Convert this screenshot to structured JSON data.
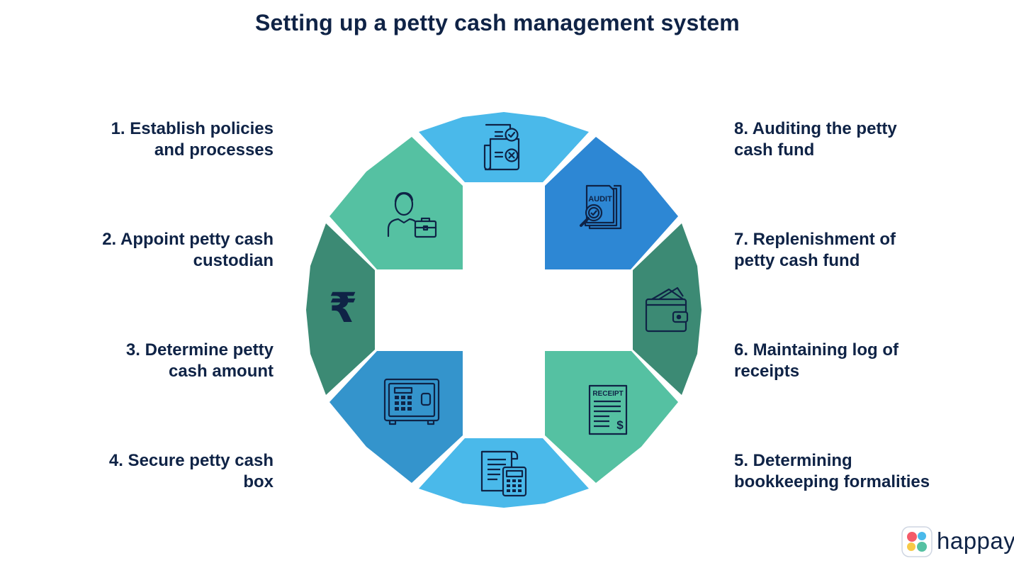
{
  "title": "Setting up a petty cash management system",
  "steps": {
    "s1": [
      "1. Establish policies",
      "and processes"
    ],
    "s2": [
      "2. Appoint petty cash",
      "custodian"
    ],
    "s3": [
      "3. Determine petty",
      "cash amount"
    ],
    "s4": [
      "4. Secure petty cash",
      "box"
    ],
    "s5": [
      "5. Determining",
      "bookkeeping formalities"
    ],
    "s6": [
      "6. Maintaining log of",
      "receipts"
    ],
    "s7": [
      "7. Replenishment of",
      "petty cash fund"
    ],
    "s8": [
      "8. Auditing the petty",
      "cash fund"
    ]
  },
  "icons": {
    "top": "checklist-document-icon",
    "top_right": "audit-magnifier-icon",
    "right": "wallet-money-icon",
    "bottom_right": "receipt-dollar-icon",
    "bottom": "invoice-calculator-icon",
    "bottom_left": "safe-keypad-icon",
    "left": "rupee-icon",
    "top_left": "person-briefcase-icon"
  },
  "icon_text": {
    "audit": "AUDIT",
    "receipt": "RECEIPT",
    "dollar": "$",
    "rupee": "₹"
  },
  "colors": {
    "light_blue": "#4ab9ea",
    "mid_blue": "#2d87d4",
    "steel_blue": "#3494cc",
    "mint": "#55c1a2",
    "dark_teal": "#3c8a74",
    "navy": "#0f2346"
  },
  "logo": {
    "text": "happay",
    "colors": [
      "#f45b69",
      "#4ab9ea",
      "#f7c948",
      "#55c1a2"
    ]
  }
}
